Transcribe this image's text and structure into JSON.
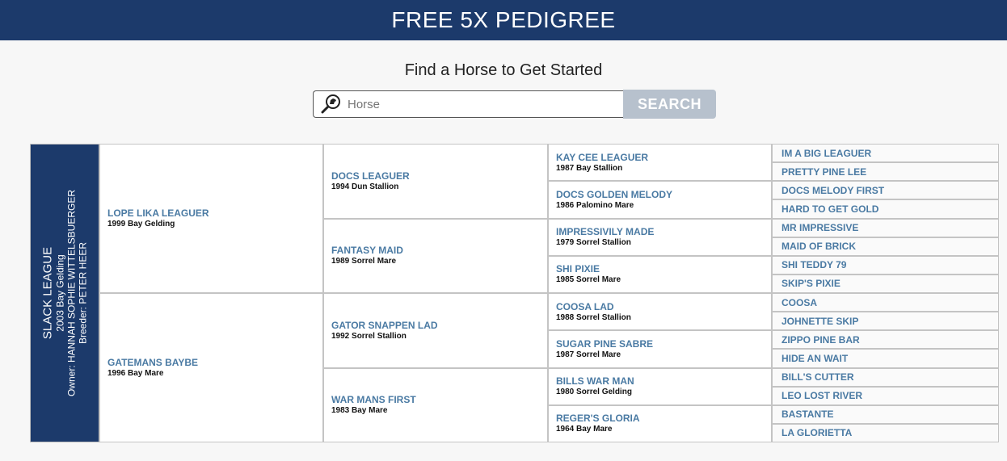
{
  "header": {
    "title": "FREE 5X PEDIGREE"
  },
  "search": {
    "prompt": "Find a Horse to Get Started",
    "placeholder": "Horse",
    "button_label": "SEARCH"
  },
  "subject": {
    "name": "SLACK LEAGUE",
    "desc": "2003 Bay Gelding",
    "owner": "Owner: HANNAH SOPHIE WITTELSBUERGER",
    "breeder": "Breeder: PETER HEER"
  },
  "gen2": [
    {
      "name": "LOPE LIKA LEAGUER",
      "desc": "1999 Bay Gelding"
    },
    {
      "name": "GATEMANS BAYBE",
      "desc": "1996 Bay Mare"
    }
  ],
  "gen3": [
    {
      "name": "DOCS LEAGUER",
      "desc": "1994 Dun Stallion"
    },
    {
      "name": "FANTASY MAID",
      "desc": "1989 Sorrel Mare"
    },
    {
      "name": "GATOR SNAPPEN LAD",
      "desc": "1992 Sorrel Stallion"
    },
    {
      "name": "WAR MANS FIRST",
      "desc": "1983 Bay Mare"
    }
  ],
  "gen4": [
    {
      "name": "KAY CEE LEAGUER",
      "desc": "1987 Bay Stallion"
    },
    {
      "name": "DOCS GOLDEN MELODY",
      "desc": "1986 Palomino Mare"
    },
    {
      "name": "IMPRESSIVILY MADE",
      "desc": "1979 Sorrel Stallion"
    },
    {
      "name": "SHI PIXIE",
      "desc": "1985 Sorrel Mare"
    },
    {
      "name": "COOSA LAD",
      "desc": "1988 Sorrel Stallion"
    },
    {
      "name": "SUGAR PINE SABRE",
      "desc": "1987 Sorrel Mare"
    },
    {
      "name": "BILLS WAR MAN",
      "desc": "1980 Sorrel Gelding"
    },
    {
      "name": "REGER'S GLORIA",
      "desc": "1964 Bay Mare"
    }
  ],
  "gen5": [
    "IM A BIG LEAGUER",
    "PRETTY PINE LEE",
    "DOCS MELODY FIRST",
    "HARD TO GET GOLD",
    "MR IMPRESSIVE",
    "MAID OF BRICK",
    "SHI TEDDY 79",
    "SKIP'S PIXIE",
    "COOSA",
    "JOHNETTE SKIP",
    "ZIPPO PINE BAR",
    "HIDE AN WAIT",
    "BILL'S CUTTER",
    "LEO LOST RIVER",
    "BASTANTE",
    "LA GLORIETTA"
  ]
}
